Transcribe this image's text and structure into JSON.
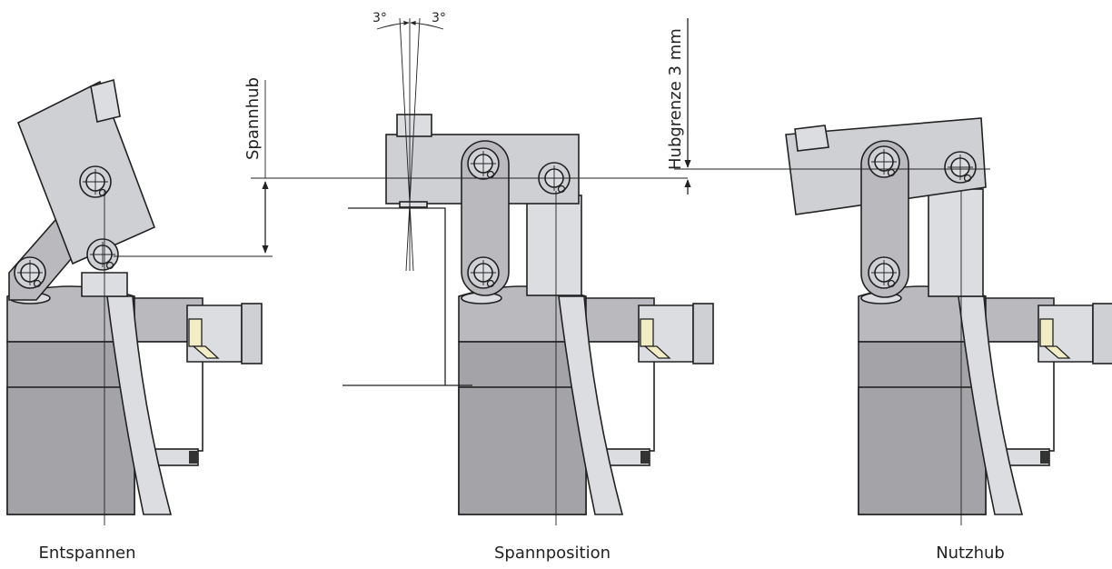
{
  "captions": {
    "left": "Entspannen",
    "middle": "Spannposition",
    "right": "Nutzhub"
  },
  "annotations": {
    "spannhub": "Spannhub",
    "hubgrenze": "Hubgrenze 3 mm",
    "angle_left": "3°",
    "angle_right": "3°"
  },
  "colors": {
    "body": "#b9b9be",
    "dark": "#a3a3a8",
    "light": "#dcdde0",
    "yellow": "#f3edc6"
  }
}
